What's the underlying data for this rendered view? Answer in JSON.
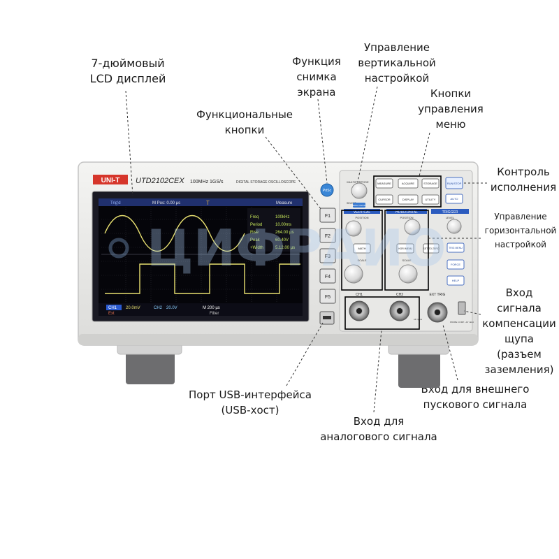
{
  "device": {
    "brand": "UNI-T",
    "model": "UTD2102CEX",
    "spec": "100MHz  1GS/s",
    "subtitle": "DIGITAL STORAGE OSCILLOSCOPE",
    "printscreen_label": "PrtSc",
    "multipurpose_label": "MULTIPURPOSE",
    "select_label": "SELECT",
    "menu_label": "MENU ON/OFF",
    "menu_buttons": [
      "MEASURE",
      "ACQUIRE",
      "STORAGE",
      "CURSOR",
      "DISPLAY",
      "UTILITY"
    ],
    "run_stop": "RUN/STOP",
    "auto": "AUTO",
    "vertical_label": "VERTICAL",
    "horizontal_label": "HORIZONTAL",
    "trigger_label": "TRIGGER",
    "position_label": "POSITION",
    "level_label": "LEVEL",
    "scale_label": "SCALE",
    "math_label": "MATH",
    "horiz_menu_label": "HORI MENU",
    "set_zero_label": "SET TO ZERO",
    "trig_menu_label": "TRIG MENU",
    "force_label": "FORCE",
    "help_label": "HELP",
    "ch1_label": "CH1",
    "ch2_label": "CH2",
    "ext_trig_label": "EXT TRIG",
    "input_spec": "All Inputs 1MΩ 18pF 300V Max CAT I",
    "probe_comp": "PROBE COMP ~3V 1kHz",
    "f_keys": [
      "F1",
      "F2",
      "F3",
      "F4",
      "F5"
    ]
  },
  "screen": {
    "status_left": "Trig'd",
    "mpos": "M Pos: 0.00 µs",
    "measure_title": "Measure",
    "measurements": [
      {
        "name": "Freq",
        "value": "100kHz"
      },
      {
        "name": "Period",
        "value": "10.00ms"
      },
      {
        "name": "Rise",
        "value": "264.00 µs"
      },
      {
        "name": "Peak",
        "value": "60.40V"
      },
      {
        "name": "+Width",
        "value": "5.12.00 µs"
      }
    ],
    "ch1_tag": "CH1",
    "ch1_scale": "20.0mV",
    "ch2_tag": "CH2",
    "ch2_scale": "20.0V",
    "time_scale": "M 200 µs",
    "trig_info": "Ext",
    "filter": "Filter"
  },
  "callouts": {
    "lcd": "7-дюймовый\nLCD дисплей",
    "function_keys": "Функциональные\nкнопки",
    "screenshot": "Функция\nснимка\nэкрана",
    "vertical": "Управление\nвертикальной\nнастройкой",
    "menu": "Кнопки\nуправления\nменю",
    "run_control": "Контроль\nисполнения",
    "horizontal": "Управление\nгоризонтальной\nнастройкой",
    "probe_comp": "Вход\nсигнала\nкомпенсации\nщупа\n(разъем\nзаземления)",
    "ext_trigger": "Вход для внешнего\nпускового сигнала",
    "analog_input": "Вход для\nаналогового сигнала",
    "usb": "Порт USB-интерфейса\n(USB-хост)"
  },
  "watermark": "ЦИФРАИО"
}
